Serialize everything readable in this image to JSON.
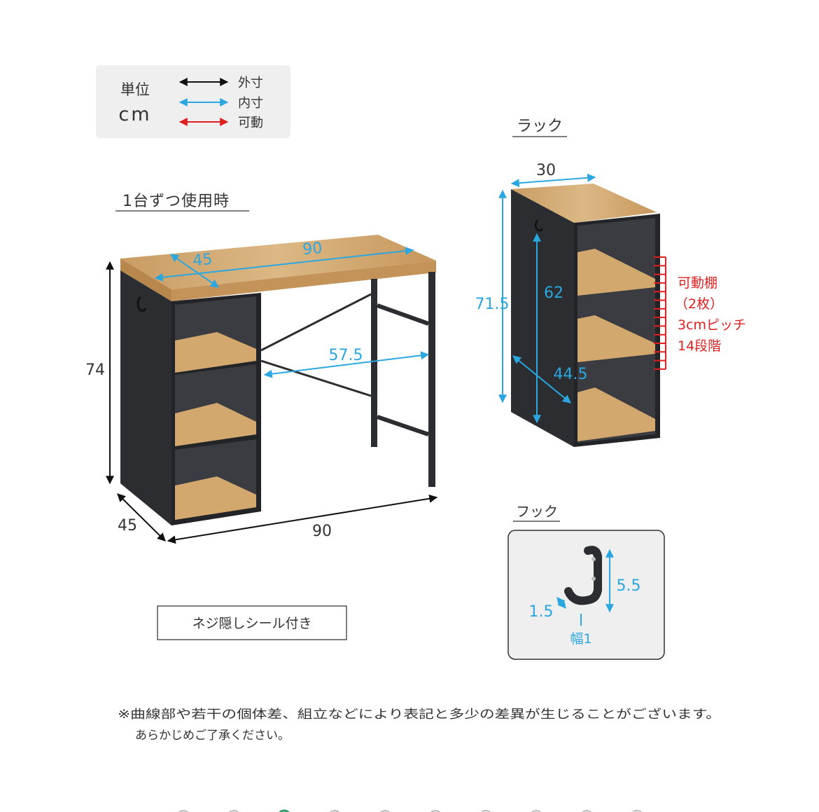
{
  "legend": {
    "unit_title": "単位",
    "unit_value": "cm",
    "items": [
      {
        "label": "外寸",
        "color": "#111111"
      },
      {
        "label": "内寸",
        "color": "#2aa7e0"
      },
      {
        "label": "可動",
        "color": "#e02020"
      }
    ]
  },
  "desk_view": {
    "title": "1台ずつ使用時",
    "dims": {
      "top_depth_inner": "45",
      "top_width_inner": "90",
      "leg_span_inner": "57.5",
      "height_outer": "74",
      "depth_outer": "45",
      "width_outer": "90"
    },
    "note": "ネジ隠しシール付き"
  },
  "rack_view": {
    "title": "ラック",
    "dims": {
      "width": "30",
      "height_outer": "71.5",
      "height_inner": "62",
      "depth": "44.5"
    },
    "shelf_note": [
      "可動棚",
      "（2枚）",
      "3cmピッチ",
      "14段階"
    ]
  },
  "hook_view": {
    "title": "フック",
    "dims": {
      "height": "5.5",
      "depth": "1.5",
      "width": "幅1"
    }
  },
  "footnote": {
    "line1": "※曲線部や若干の個体差、組立などにより表記と多少の差異が生じることがございます。",
    "line2": "あらかじめご了承ください。"
  },
  "colors": {
    "outer": "#111111",
    "inner": "#2aa7e0",
    "movable": "#e02020",
    "wood": "#d6b07a",
    "panel": "#2b2d31"
  },
  "pager": {
    "count": 10,
    "active_index": 2
  }
}
